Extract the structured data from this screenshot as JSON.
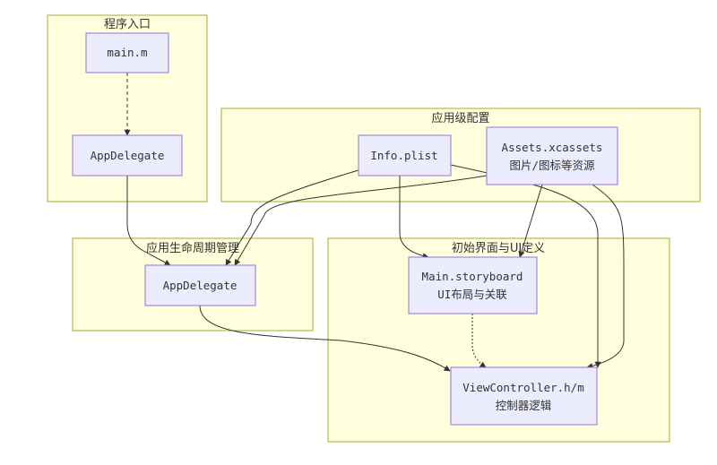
{
  "clusters": {
    "entry": "程序入口",
    "config": "应用级配置",
    "lifecycle": "应用生命周期管理",
    "ui": "初始界面与UI定义"
  },
  "nodes": {
    "main_m": "main.m",
    "app_delegate_entry": "AppDelegate",
    "info_plist": "Info.plist",
    "assets_line1": "Assets.xcassets",
    "assets_line2": "图片/图标等资源",
    "app_delegate_lifecycle": "AppDelegate",
    "storyboard_line1": "Main.storyboard",
    "storyboard_line2": "UI布局与关联",
    "viewcontroller_line1": "ViewController.h/m",
    "viewcontroller_line2": "控制器逻辑"
  },
  "colors": {
    "cluster_fill": "#ffffde",
    "cluster_border": "#aaaa33",
    "node_fill": "#ececff",
    "node_border": "#9370db",
    "edge": "#333333",
    "text": "#333333"
  }
}
